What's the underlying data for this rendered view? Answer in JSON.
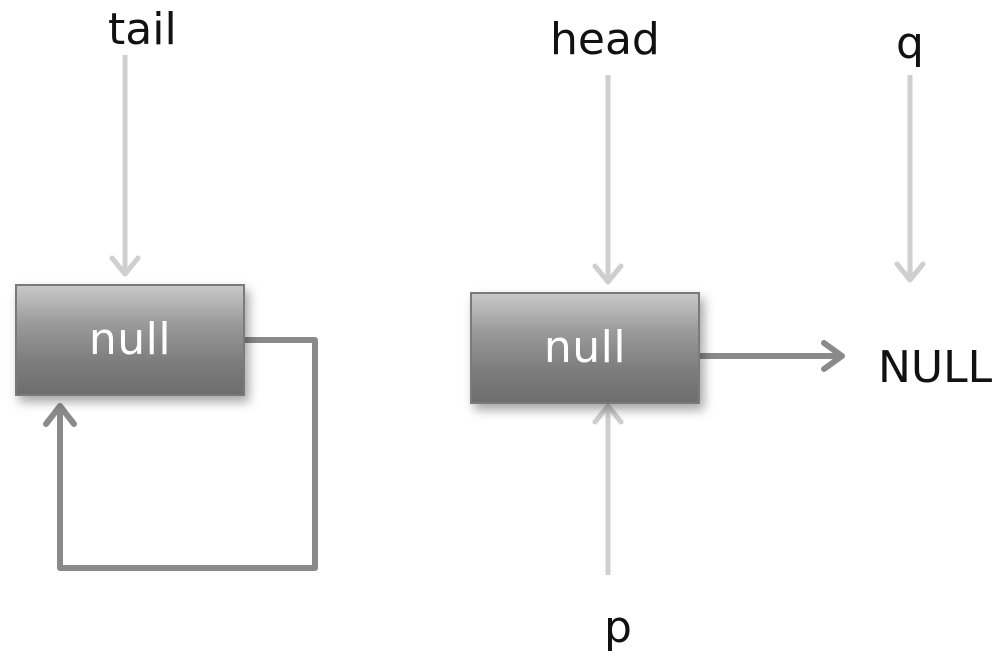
{
  "left_list": {
    "pointer_label": "tail",
    "node_text": "null"
  },
  "right_list": {
    "head_label": "head",
    "q_label": "q",
    "p_label": "p",
    "node_text": "null",
    "next_target": "NULL"
  },
  "colors": {
    "pointer_arrow": "#c9c9c9",
    "link_arrow": "#8a8a8a",
    "node_fill": "#7d7d7d",
    "node_text": "#ffffff",
    "label_text": "#111111"
  }
}
